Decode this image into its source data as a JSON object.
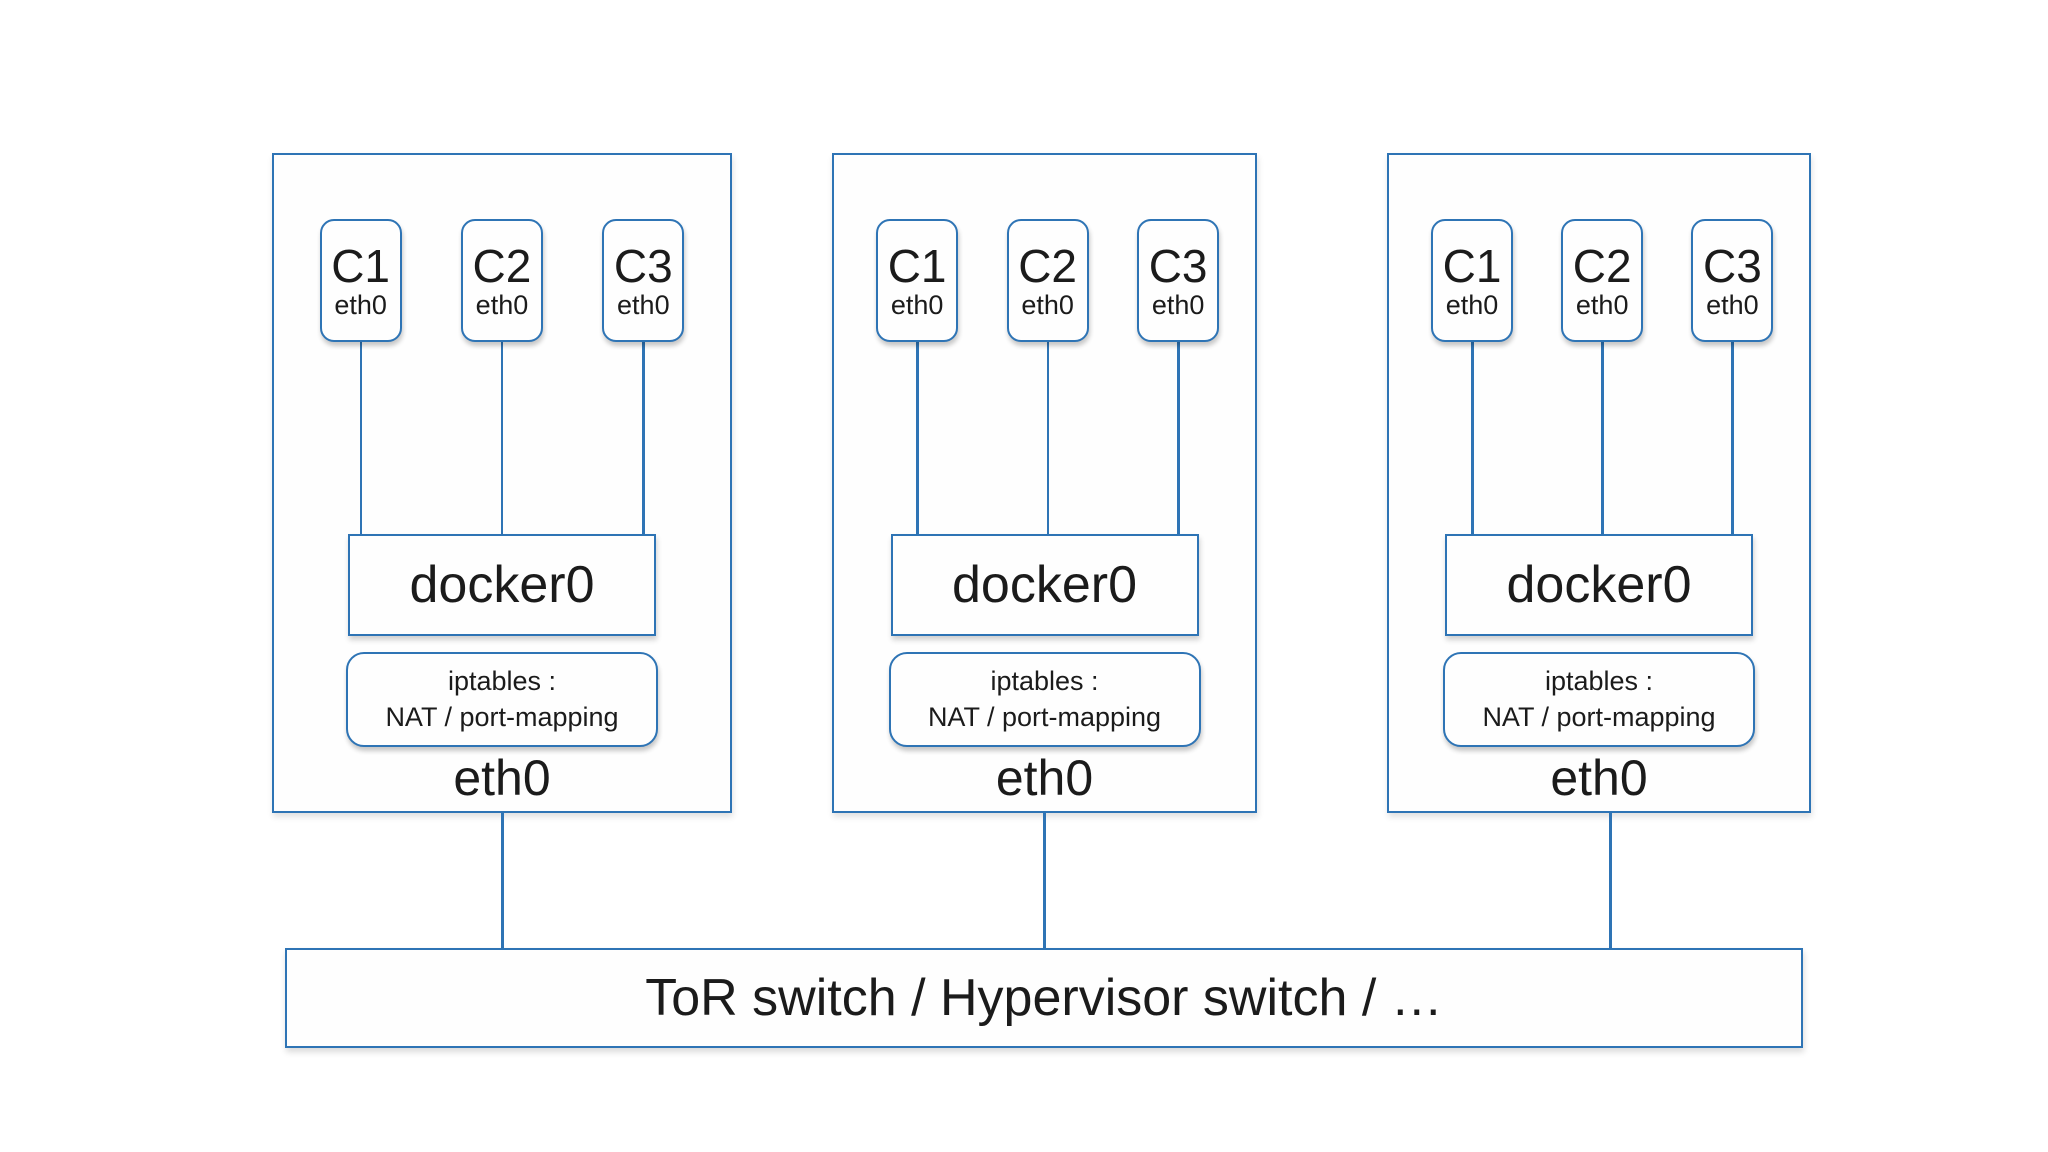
{
  "diagram": {
    "hosts": [
      {
        "containers": [
          {
            "name": "C1",
            "iface": "eth0"
          },
          {
            "name": "C2",
            "iface": "eth0"
          },
          {
            "name": "C3",
            "iface": "eth0"
          }
        ],
        "bridge_label": "docker0",
        "iptables_line1": "iptables :",
        "iptables_line2": "NAT / port-mapping",
        "nic_label": "eth0"
      },
      {
        "containers": [
          {
            "name": "C1",
            "iface": "eth0"
          },
          {
            "name": "C2",
            "iface": "eth0"
          },
          {
            "name": "C3",
            "iface": "eth0"
          }
        ],
        "bridge_label": "docker0",
        "iptables_line1": "iptables :",
        "iptables_line2": "NAT / port-mapping",
        "nic_label": "eth0"
      },
      {
        "containers": [
          {
            "name": "C1",
            "iface": "eth0"
          },
          {
            "name": "C2",
            "iface": "eth0"
          },
          {
            "name": "C3",
            "iface": "eth0"
          }
        ],
        "bridge_label": "docker0",
        "iptables_line1": "iptables :",
        "iptables_line2": "NAT / port-mapping",
        "nic_label": "eth0"
      }
    ],
    "switch_label": "ToR switch / Hypervisor switch / …"
  },
  "colors": {
    "line_blue": "#2e74b5",
    "text": "#1b1b1b",
    "background": "#ffffff"
  }
}
